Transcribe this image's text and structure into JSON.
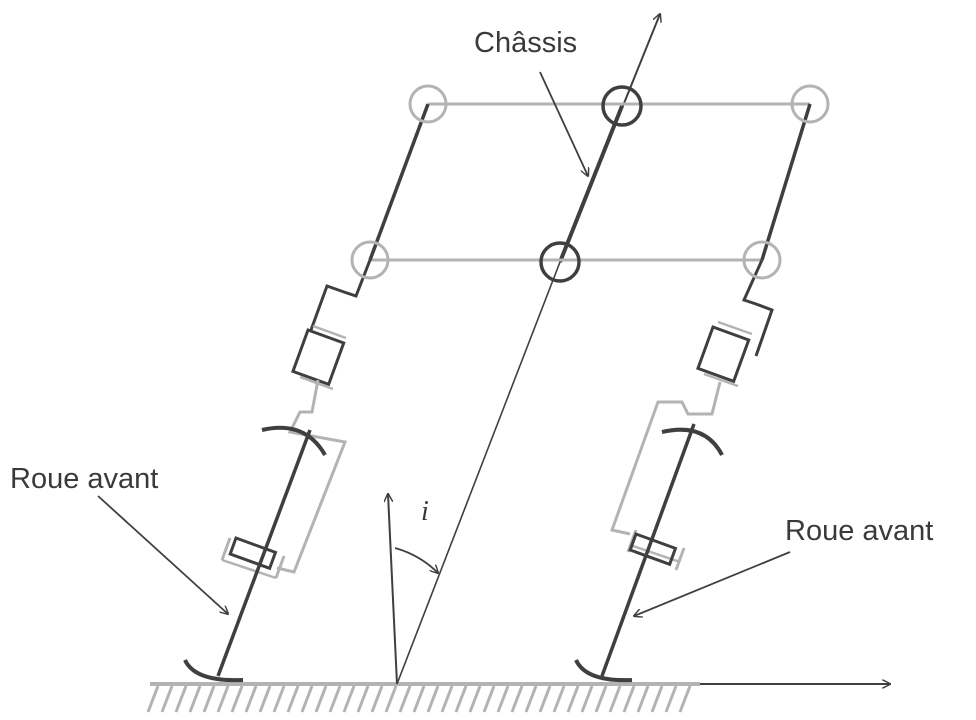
{
  "labels": {
    "chassis": "Châssis",
    "wheel_left": "Roue avant",
    "wheel_right": "Roue avant",
    "angle": "i"
  },
  "colors": {
    "dark": "#3f3f3f",
    "light": "#b3b3b3",
    "text": "#3a3a3a"
  }
}
